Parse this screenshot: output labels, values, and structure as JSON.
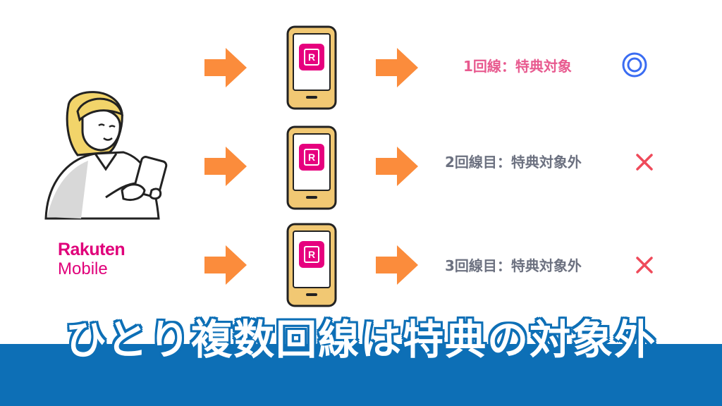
{
  "brand": {
    "line1": "Rakuten",
    "line2": "Mobile"
  },
  "rows": [
    {
      "label": "1回線：特典対象",
      "status": "eligible",
      "mark_icon": "double-circle-icon"
    },
    {
      "label": "2回線目：特典対象外",
      "status": "not-eligible",
      "mark_icon": "cross-icon"
    },
    {
      "label": "3回線目：特典対象外",
      "status": "not-eligible",
      "mark_icon": "cross-icon"
    }
  ],
  "phone_icon_letter": "R",
  "title": "ひとり複数回線は特典の対象外",
  "colors": {
    "arrow": "#fb8c3c",
    "phone_body": "#f1c873",
    "phone_app": "#e6007e",
    "eligible_label": "#e85a8f",
    "ineligible_label": "#6c7180",
    "double_circle": "#3a6cf2",
    "cross": "#ef4a5a",
    "banner": "#0d6fb6",
    "brand": "#e0007a"
  }
}
